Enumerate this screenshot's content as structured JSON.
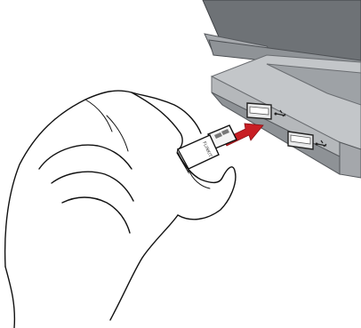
{
  "illustration": {
    "dongle_brand_text": "FLINKIT",
    "icons": [
      "hand-drawing",
      "usb-wifi-dongle",
      "usb-symbol",
      "insert-arrow"
    ],
    "colors": {
      "laptop_dark": "#6f7276",
      "laptop_mid": "#9a9ea3",
      "laptop_light": "#c9cbce",
      "port_bg": "#f2f2f2",
      "arrow": "#c81e24",
      "outline": "#111111"
    }
  }
}
